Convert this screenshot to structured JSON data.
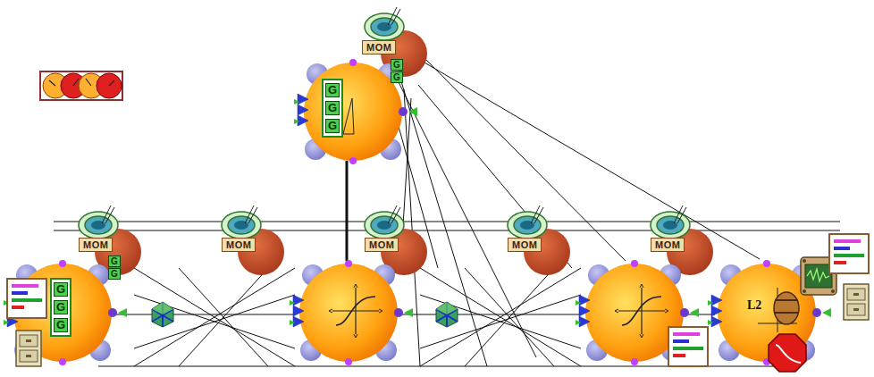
{
  "diagram": {
    "nodes": [
      {
        "text": [
          "MOM"
        ]
      },
      {
        "text": [
          "G",
          "G",
          "G"
        ]
      },
      {
        "text": [
          "MOM"
        ]
      },
      {
        "text": [
          "MOM"
        ]
      },
      {
        "text": [
          "MOM"
        ]
      },
      {
        "text": [
          "MOM"
        ]
      },
      {
        "text": [
          "MOM"
        ]
      },
      {
        "text": [
          "G",
          "G",
          "G"
        ]
      }
    ],
    "labels": [
      "G",
      "G",
      "G",
      "G",
      "L2"
    ]
  }
}
